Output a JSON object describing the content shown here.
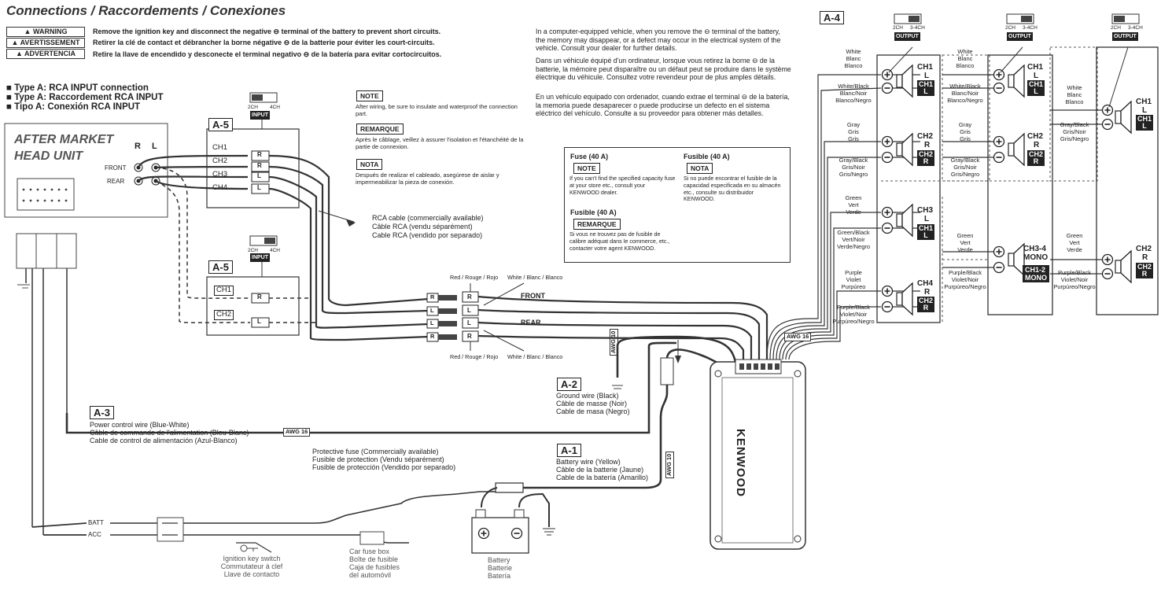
{
  "title": "Connections / Raccordements / Conexiones",
  "warnings": [
    {
      "label": "▲ WARNING",
      "text": "Remove the ignition key and disconnect the negative ⊖ terminal of the battery to prevent short circuits."
    },
    {
      "label": "▲ AVERTISSEMENT",
      "text": "Retirer la clé de contact et débrancher la borne négative ⊖ de la batterie pour éviter les court-circuits."
    },
    {
      "label": "▲ ADVERTENCIA",
      "text": "Retire la llave de encendido y desconecte el terminal negativo ⊖ de la batería para evitar cortocircuitos."
    }
  ],
  "type_a": [
    "Type A: RCA INPUT connection",
    "Type A: Raccordement RCA INPUT",
    "Tipo A: Conexión RCA INPUT"
  ],
  "head_unit": {
    "name_line1": "AFTER MARKET",
    "name_line2": "HEAD UNIT",
    "r": "R",
    "l": "L",
    "front": "FRONT",
    "rear": "REAR"
  },
  "input_switch": {
    "left": "2CH",
    "right": "4CH",
    "badge": "INPUT"
  },
  "output_switch": {
    "left": "2CH",
    "right": "3-4CH",
    "badge": "OUTPUT"
  },
  "a5": {
    "label": "A-5",
    "channels": [
      "CH1",
      "CH2",
      "CH3",
      "CH4"
    ],
    "r": "R",
    "l": "L"
  },
  "notes_rca": {
    "note_label": "NOTE",
    "note_text": "After wiring, be sure to insulate and waterproof the connection part.",
    "remarque_label": "REMARQUE",
    "remarque_text": "Après le câblage, veillez à assurer l'isolation et l'étanchéité de la partie de connexion.",
    "nota_label": "NOTA",
    "nota_text": "Después de realizar el cableado, asegúrese de aislar y impermeabilizar la pieza de conexión."
  },
  "rca_cable": [
    "RCA cable (commercially available)",
    "Câble RCA (vendu séparément)",
    "Cable RCA (vendido por separado)"
  ],
  "memory_notes": [
    "In a computer-equipped vehicle, when you remove the ⊖ terminal of the battery, the memory may disappear, or a defect may occur in the electrical system of the vehicle. Consult your dealer for further details.",
    "Dans un véhicule équipé d'un ordinateur, lorsque vous retirez la borne ⊖ de la batterie, la mémoire peut disparaître ou un défaut peut se produire dans le système électrique du véhicule. Consultez votre revendeur pour de plus amples détails.",
    "En un vehículo equipado con ordenador, cuando extrae el terminal ⊖ de la batería, la memoria puede desaparecer o puede producirse un defecto en el sistema eléctrico del vehículo. Consulte a su proveedor para obtener más detalles."
  ],
  "fuse_box": {
    "fuse_title": "Fuse (40 A)",
    "note_label": "NOTE",
    "note_text": "If you can't find the specified capacity fuse at your store etc., consult your KENWOOD dealer.",
    "fusible_fr_title": "Fusible (40 A)",
    "remarque_label": "REMARQUE",
    "remarque_text": "Si vous ne trouvez pas de fusible de calibre adéquat dans le commerce, etc., contacter votre agent KENWOOD.",
    "fusible_es_title": "Fusible (40 A)",
    "nota_label": "NOTA",
    "nota_text": "Si no puede encontrar el fusible de la capacidad especificada en su almacén etc., consulte su distribuidor KENWOOD."
  },
  "rca_colors": {
    "red": "Red / Rouge / Rojo",
    "white": "White / Blanc / Blanco",
    "front": "FRONT",
    "rear": "REAR"
  },
  "a2": {
    "label": "A-2",
    "lines": [
      "Ground wire (Black)",
      "Câble de masse (Noir)",
      "Cable de masa (Negro)"
    ]
  },
  "a3": {
    "label": "A-3",
    "lines": [
      "Power control wire (Blue-White)",
      "Câble de commande de l'alimentation (Bleu-Blanc)",
      "Cable de control de alimentación (Azul-Blanco)"
    ]
  },
  "a1": {
    "label": "A-1",
    "lines": [
      "Battery wire (Yellow)",
      "Câble de la batterie (Jaune)",
      "Cable de la batería (Amarillo)"
    ]
  },
  "a4": {
    "label": "A-4"
  },
  "awg": {
    "a16": "AWG 16",
    "a10": "AWG 10"
  },
  "protective_fuse": [
    "Protective fuse (Commercially available)",
    "Fusible de protection (Vendu séparément)",
    "Fusible de protección (Vendido por separado)"
  ],
  "batt": "BATT",
  "acc": "ACC",
  "ignition": [
    "Ignition key switch",
    "Commutateur à clef",
    "Llave de contacto"
  ],
  "car_fuse": [
    "Car fuse box",
    "Boîte de fusible",
    "Caja de fusibles",
    "del automóvil"
  ],
  "battery": [
    "Battery",
    "Batterie",
    "Batería"
  ],
  "brand": "KENWOOD",
  "wires": {
    "white": [
      "White",
      "Blanc",
      "Blanco"
    ],
    "white_black": [
      "White/Black",
      "Blanc/Noir",
      "Blanco/Negro"
    ],
    "gray": [
      "Gray",
      "Gris",
      "Gris"
    ],
    "gray_black": [
      "Gray/Black",
      "Gris/Noir",
      "Gris/Negro"
    ],
    "green": [
      "Green",
      "Vert",
      "Verde"
    ],
    "green_black": [
      "Green/Black",
      "Vert/Noir",
      "Verde/Negro"
    ],
    "purple": [
      "Purple",
      "Violet",
      "Purpúreo"
    ],
    "purple_black": [
      "Purple/Black",
      "Violet/Noir",
      "Purpúreo/Negro"
    ]
  },
  "speakers": {
    "ch1": "CH1",
    "ch2": "CH2",
    "ch3": "CH3",
    "ch4": "CH4",
    "l": "L",
    "r": "R",
    "ch34": "CH3-4",
    "mono": "MONO",
    "ch12": "CH1-2",
    "mono2": "MONO"
  }
}
